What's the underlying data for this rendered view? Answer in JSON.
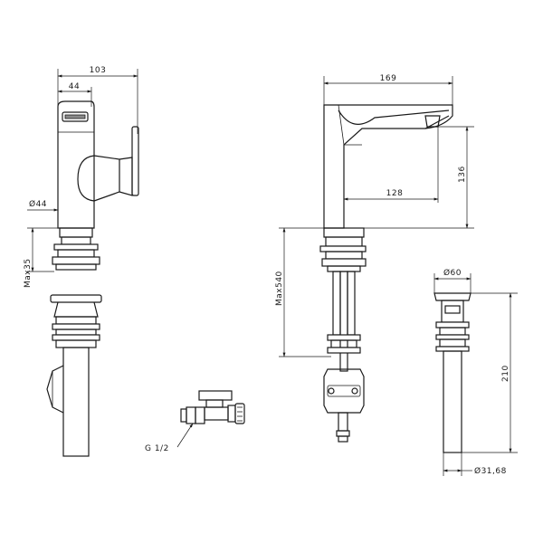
{
  "dimensions": {
    "side_width": "103",
    "side_inner": "44",
    "side_dia": "Ø44",
    "side_max": "Max35",
    "front_width": "169",
    "front_height": "136",
    "front_reach": "128",
    "front_max": "Max540",
    "waste_dia_top": "Ø60",
    "waste_height": "210",
    "waste_dia_bottom": "Ø31,68",
    "valve_thread": "G 1/2"
  }
}
